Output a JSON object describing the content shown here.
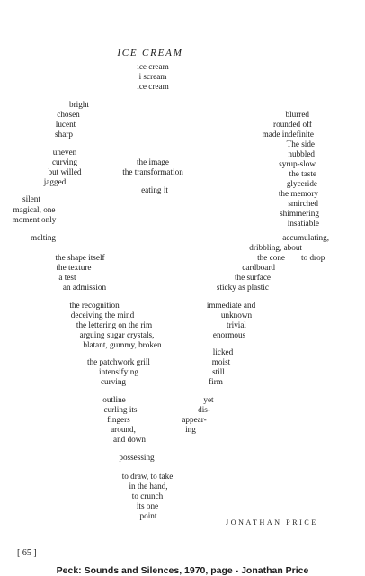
{
  "title": "ICE CREAM",
  "author": "JONATHAN PRICE",
  "page_number": "[ 65 ]",
  "caption": "Peck: Sounds and Silences, 1970, page - Jonathan Price",
  "lines": [
    "ice cream",
    "i scream",
    "ice cream",
    "bright",
    "chosen",
    "lucent",
    "sharp",
    "blurred",
    "rounded off",
    "made indefinite",
    "The side",
    "uneven",
    "curving",
    "but willed",
    "jagged",
    "nubbled",
    "syrup-slow",
    "the taste",
    "glyceride",
    "the memory",
    "smirched",
    "shimmering",
    "insatiable",
    "the image",
    "the transformation",
    "eating it",
    "silent",
    "magical, one",
    "moment only",
    "melting",
    "accumulating,",
    "dribbling, about",
    "the cone",
    "to drop",
    "cardboard",
    "the surface",
    "sticky as plastic",
    "the shape itself",
    "the texture",
    "a test",
    "an admission",
    "the recognition",
    "deceiving the mind",
    "the lettering on the rim",
    "arguing sugar crystals,",
    "blatant, gummy, broken",
    "immediate and",
    "unknown",
    "trivial",
    "enormous",
    "the patchwork grill",
    "intensifying",
    "curving",
    "licked",
    "moist",
    "still",
    "firm",
    "outline",
    "curling its",
    "fingers",
    "around,",
    "and down",
    "yet",
    "dis-",
    "appear-",
    "ing",
    "possessing",
    "to draw, to take",
    "in the hand,",
    "to crunch",
    "its one",
    "point"
  ]
}
